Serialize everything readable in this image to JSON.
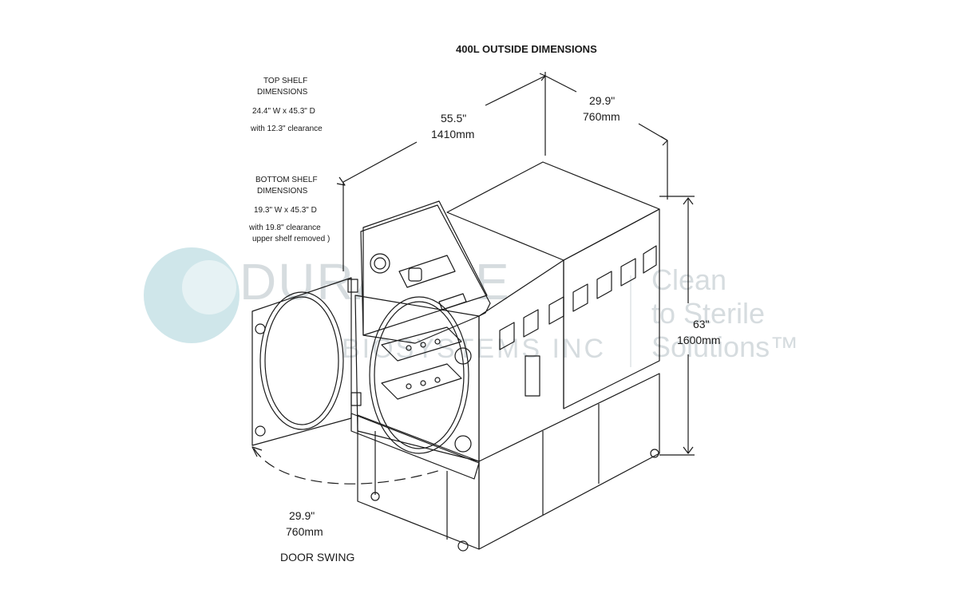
{
  "title": "400L OUTSIDE DIMENSIONS",
  "top_shelf": {
    "heading_line1": "TOP SHELF",
    "heading_line2": "DIMENSIONS",
    "size": "24.4\" W x 45.3\" D",
    "clearance": "with 12.3\" clearance"
  },
  "bottom_shelf": {
    "heading_line1": "BOTTOM SHELF",
    "heading_line2": "DIMENSIONS",
    "size": "19.3\" W x 45.3\" D",
    "clearance_line1": "with 19.8\" clearance",
    "clearance_line2": "upper shelf removed )"
  },
  "dimensions": {
    "length": {
      "imperial": "55.5\"",
      "metric": "1410mm"
    },
    "depth": {
      "imperial": "29.9\"",
      "metric": "760mm"
    },
    "height": {
      "imperial": "63\"",
      "metric": "1600mm"
    },
    "door": {
      "imperial": "29.9\"",
      "metric": "760mm",
      "caption": "DOOR SWING"
    }
  },
  "watermark": {
    "brand_line1": "DURALINE",
    "brand_line2": "BIOSYSTEMS INC",
    "tagline_line1": "Clean",
    "tagline_line2": "to Sterile",
    "tagline_line3": "Solutions™"
  },
  "colors": {
    "line": "#1a1a1a",
    "watermark": "#d6dcdf",
    "logo": "#cfe6ea"
  }
}
